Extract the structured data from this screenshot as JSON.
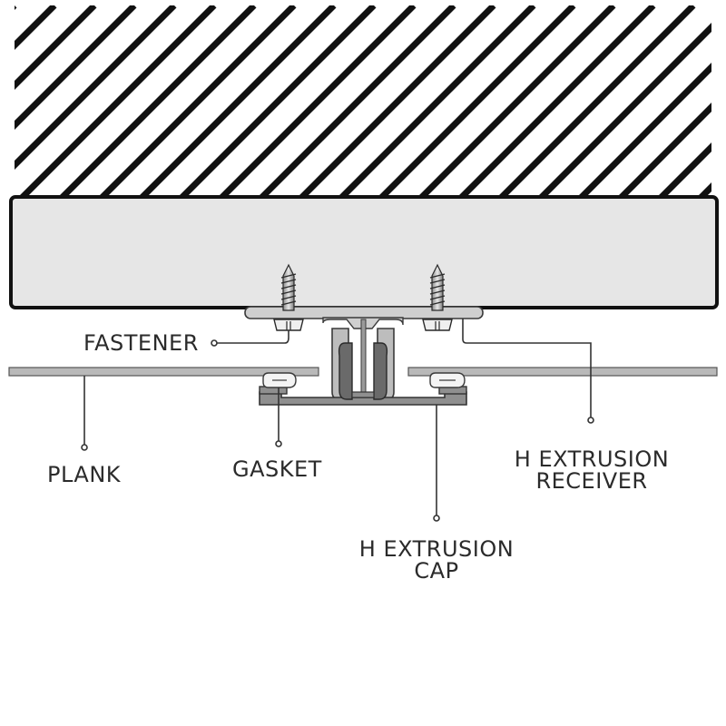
{
  "labels": {
    "fastener": "FASTENER",
    "plank": "PLANK",
    "gasket": "GASKET",
    "receiver_line1": "H EXTRUSION",
    "receiver_line2": "RECEIVER",
    "cap_line1": "H EXTRUSION",
    "cap_line2": "CAP"
  },
  "colors": {
    "hatch": "#111111",
    "substrate_fill": "#e6e6e6",
    "outline": "#111111",
    "plank_fill": "#b9b9b9",
    "metal_light": "#c9c9c9",
    "metal_mid": "#9a9a9a",
    "metal_dark": "#5a5a5a",
    "gasket_fill": "#f4f4f4"
  }
}
